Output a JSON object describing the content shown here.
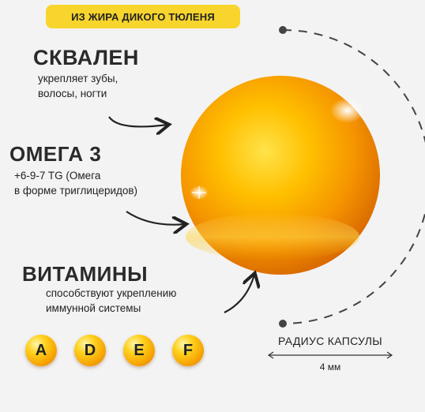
{
  "banner": "ИЗ ЖИРА ДИКОГО ТЮЛЕНЯ",
  "sections": [
    {
      "title": "СКВАЛЕН",
      "desc_lines": [
        "укрепляет зубы,",
        "волосы, ногти"
      ]
    },
    {
      "title": "ОМЕГА 3",
      "desc_lines": [
        "+6-9-7 TG (Омега",
        "в форме триглицеридов)"
      ]
    },
    {
      "title": "ВИТАМИНЫ",
      "desc_lines": [
        "способствуют укреплению",
        "иммунной системы"
      ]
    }
  ],
  "vitamins": [
    "A",
    "D",
    "E",
    "F"
  ],
  "radius": {
    "label": "РАДИУС КАПСУЛЫ",
    "value": "4 мм"
  },
  "colors": {
    "banner": "#f7d52c",
    "capsule_core": "#f5a000",
    "capsule_highlight": "#fff6b0"
  }
}
